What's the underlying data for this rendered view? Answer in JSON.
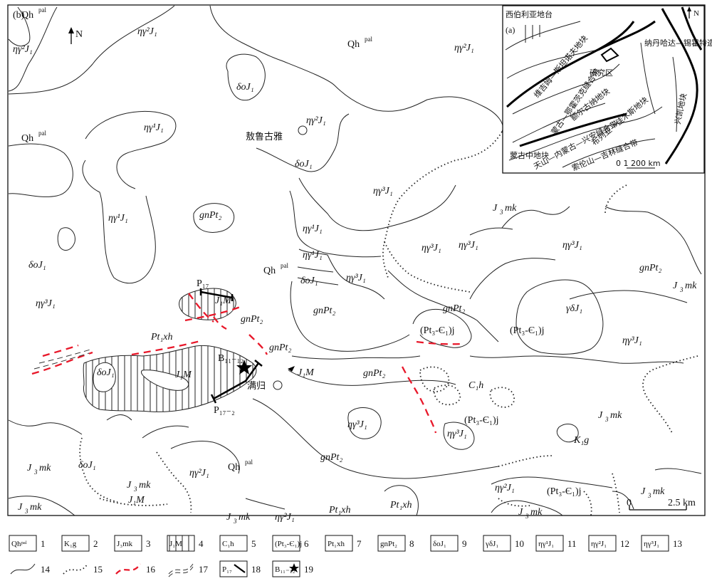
{
  "panel_b_label": "(b)",
  "north_label": "N",
  "scale_bar": {
    "start": "0",
    "end": "2.5 km"
  },
  "places": [
    {
      "id": "aoluguya",
      "name": "敖鲁古雅"
    },
    {
      "id": "mangui",
      "name": "满归"
    }
  ],
  "units": {
    "qh": "Qh",
    "qh_sup": "pal",
    "j3mk": "J",
    "j3mk_sub": "3",
    "j3mk_suf": "mk",
    "ng2": "ηγ²J₁",
    "ng3": "ηγ³J₁",
    "ng1": "ηγ¹J₁",
    "do": "δoJ₁",
    "gd": "γδJ₁",
    "gnpt2": "gnPt₂",
    "pt3c1j": "(Pt₃-Є₁)j",
    "pt1xh": "Pt₁xh",
    "j1m": "J₁M",
    "c1h": "C₁h",
    "k1g": "K₁g"
  },
  "markers": {
    "p17": "P₁₇",
    "p17_2": "P₁₇₋₂",
    "b11_12": "B₁₁₋₁₂"
  },
  "inset": {
    "label": "(a)",
    "north": "N",
    "regions": [
      "西伯利亚地台",
      "维吉姆—斯坦诺夫地块",
      "蒙古—鄂霍茨克缝合带",
      "额尔古纳地块",
      "研究区",
      "纳丹哈达—锡霍特造山带",
      "蒙古中地块",
      "天山—内蒙古—兴安缝合带",
      "布列亚—佳木斯地块",
      "兴凯地块",
      "索伦山—吉林缝合带"
    ],
    "scale": "0  1 200 km"
  },
  "legend": [
    {
      "num": "1",
      "text": "Qhᵖᵃˡ"
    },
    {
      "num": "2",
      "text": "K₁g"
    },
    {
      "num": "3",
      "text": "J₃mk"
    },
    {
      "num": "4",
      "text": "J₁M"
    },
    {
      "num": "5",
      "text": "C₁h"
    },
    {
      "num": "6",
      "text": "(Pt₃-Є₁)j"
    },
    {
      "num": "7",
      "text": "Pt₁xh"
    },
    {
      "num": "8",
      "text": "gnPt₂"
    },
    {
      "num": "9",
      "text": "δoJ₁"
    },
    {
      "num": "10",
      "text": "γδJ₁"
    },
    {
      "num": "11",
      "text": "ηγ¹J₁"
    },
    {
      "num": "12",
      "text": "ηγ²J₁"
    },
    {
      "num": "13",
      "text": "ηγ³J₁"
    },
    {
      "num": "14",
      "text": ""
    },
    {
      "num": "15",
      "text": ""
    },
    {
      "num": "16",
      "text": ""
    },
    {
      "num": "17",
      "text": ""
    },
    {
      "num": "18",
      "text": "P₁₇"
    },
    {
      "num": "19",
      "text": "B₁₁₋₁₂"
    }
  ]
}
